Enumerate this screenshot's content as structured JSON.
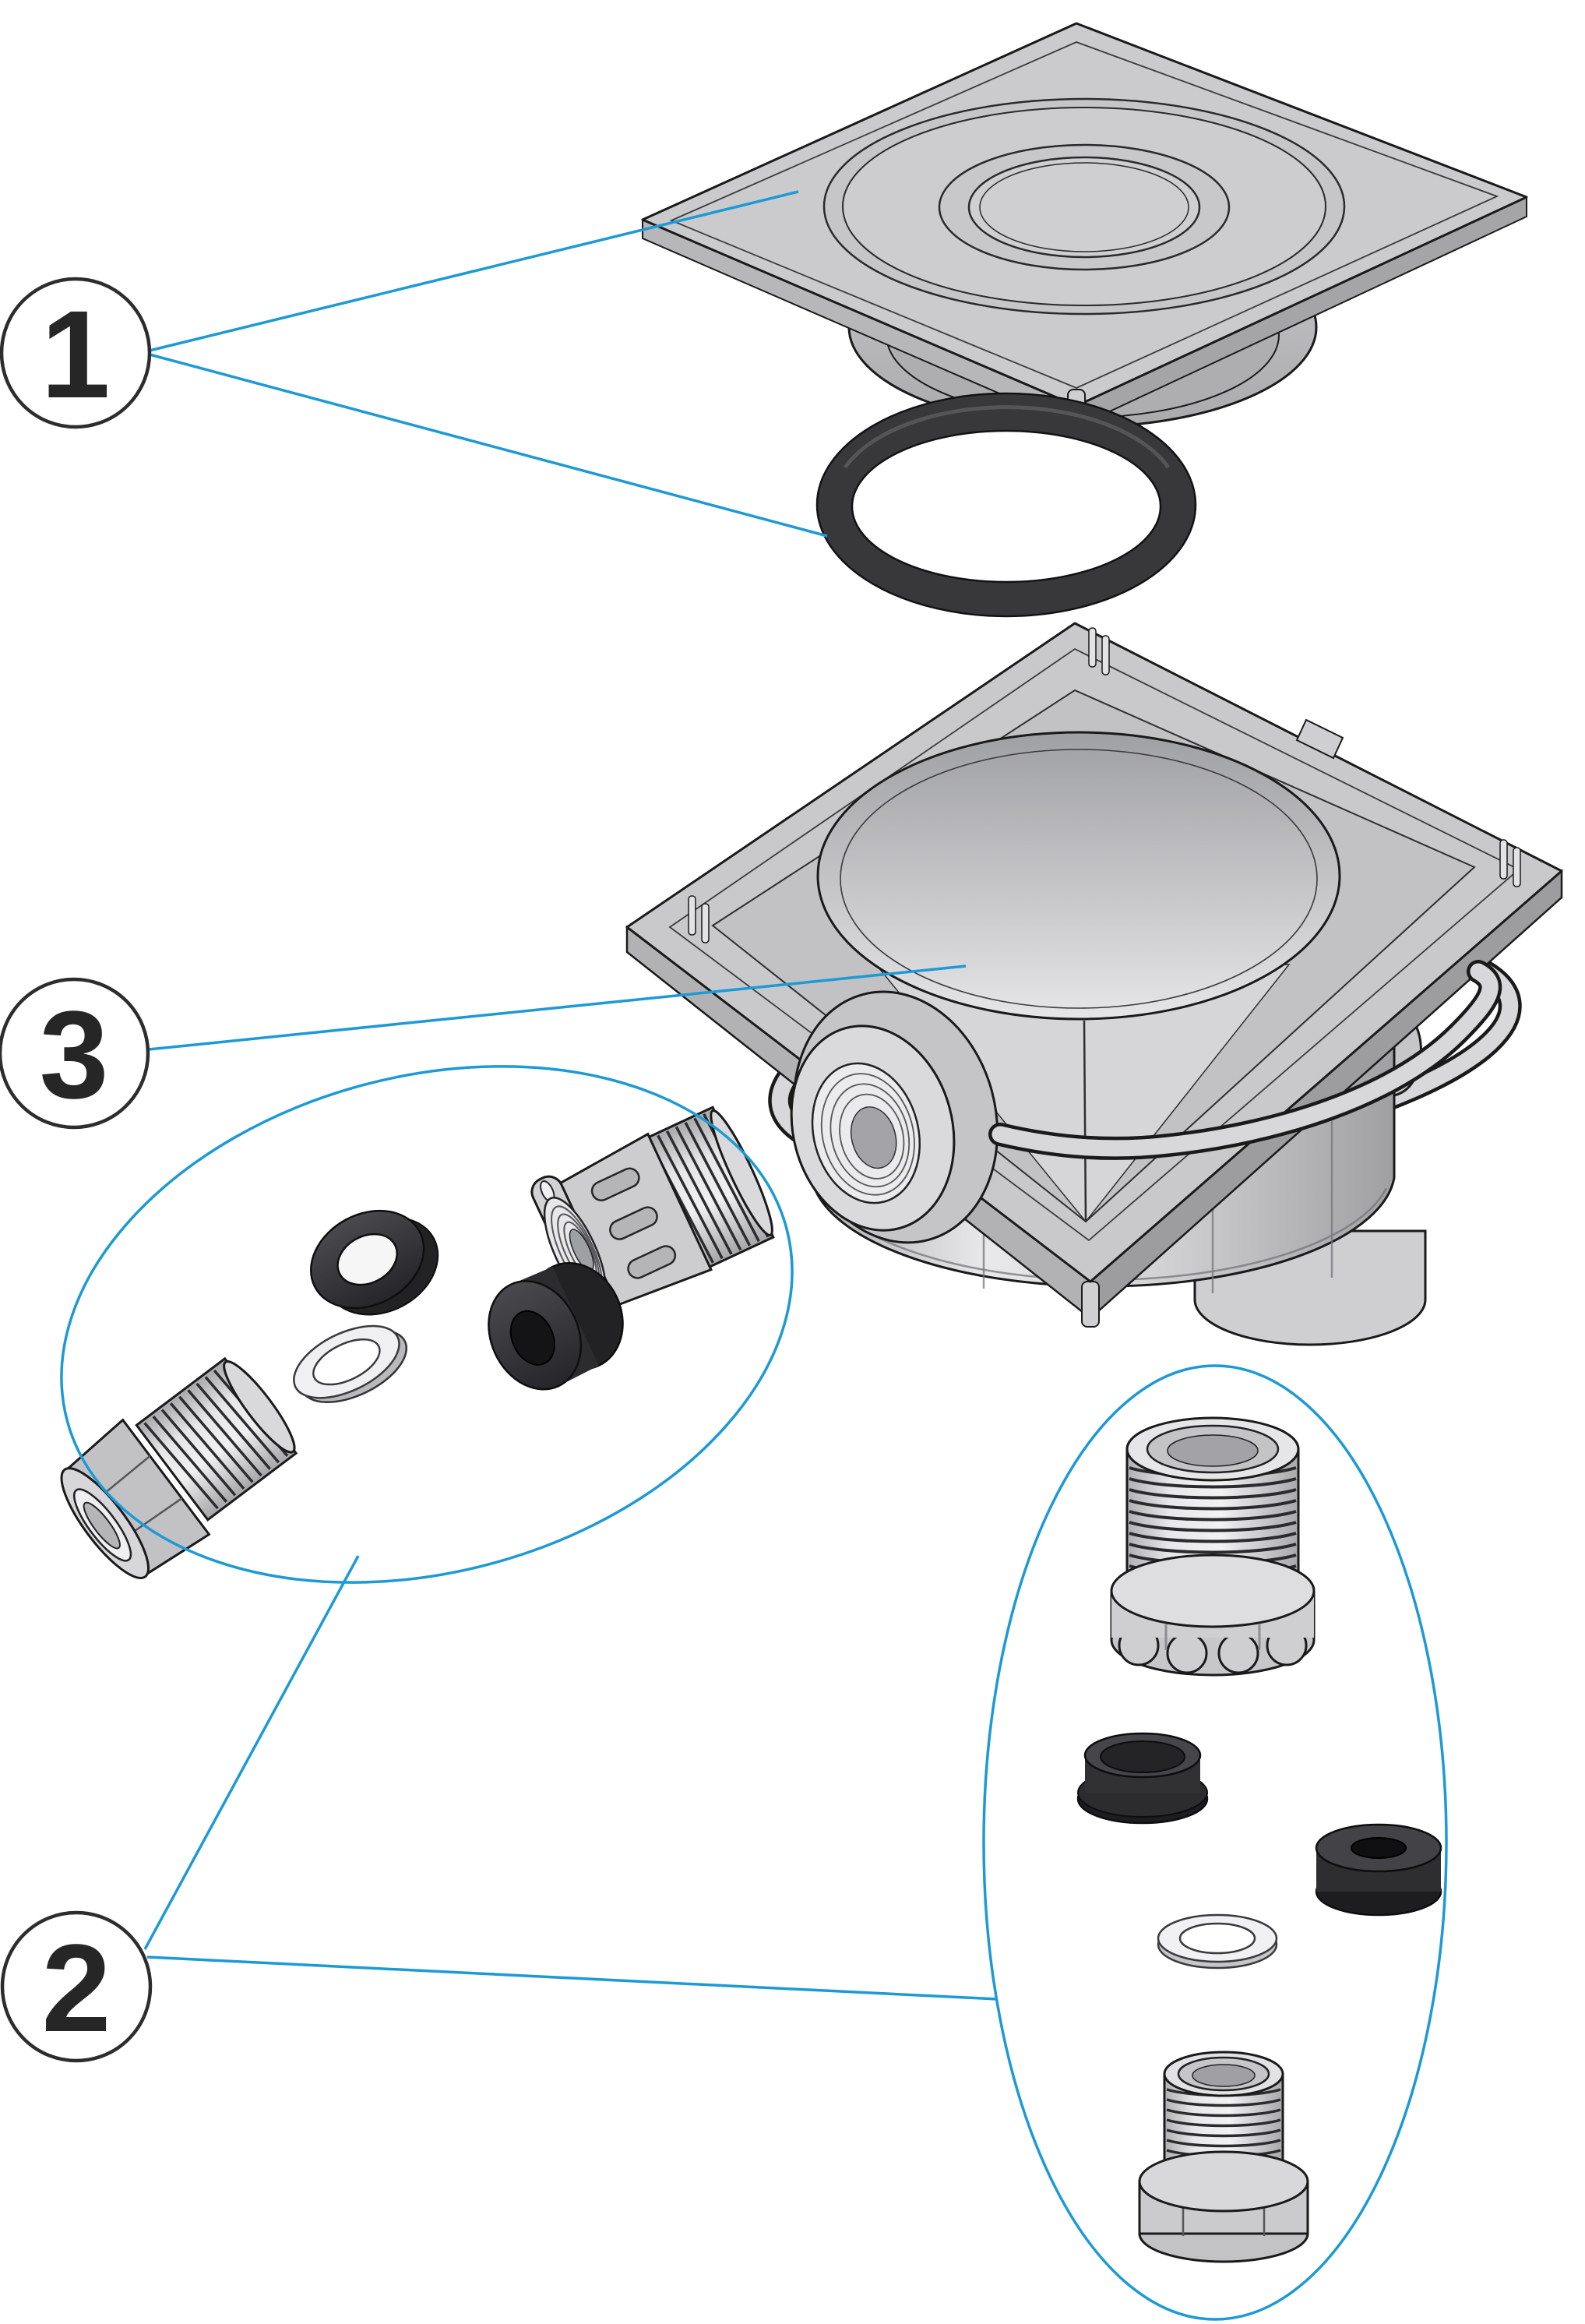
{
  "page": {
    "background": "#ffffff",
    "kind": "exploded-parts-diagram"
  },
  "colors": {
    "accent": "#1d9ad6",
    "callout_stroke": "#2d2d2d",
    "outline": "#1a1a1a",
    "part_gray": "#c9c9cb",
    "part_gray_light": "#dcdcde",
    "part_gray_dark": "#a8a8ab",
    "rubber_dark": "#38383b",
    "rubber_mid": "#46464a",
    "washer_white": "#f1f1f3"
  },
  "callouts": [
    {
      "id": "1",
      "label": "1",
      "points_to": [
        "lid-cover",
        "o-ring-seal"
      ]
    },
    {
      "id": "2",
      "label": "2",
      "points_to": [
        "fitting-group-left",
        "fitting-group-right"
      ]
    },
    {
      "id": "3",
      "label": "3",
      "points_to": [
        "junction-box-body"
      ]
    }
  ],
  "parts": [
    {
      "name": "lid-cover"
    },
    {
      "name": "o-ring-seal"
    },
    {
      "name": "junction-box-body"
    },
    {
      "name": "fitting-group-left",
      "items": [
        "hex-bushing",
        "rubber-grommet-ring",
        "flat-washer",
        "cable-gland-nut",
        "rubber-grommet-plug"
      ]
    },
    {
      "name": "fitting-group-right",
      "items": [
        "threaded-adapter",
        "rubber-cap",
        "rubber-washer",
        "flat-washer",
        "hex-bushing"
      ]
    }
  ]
}
